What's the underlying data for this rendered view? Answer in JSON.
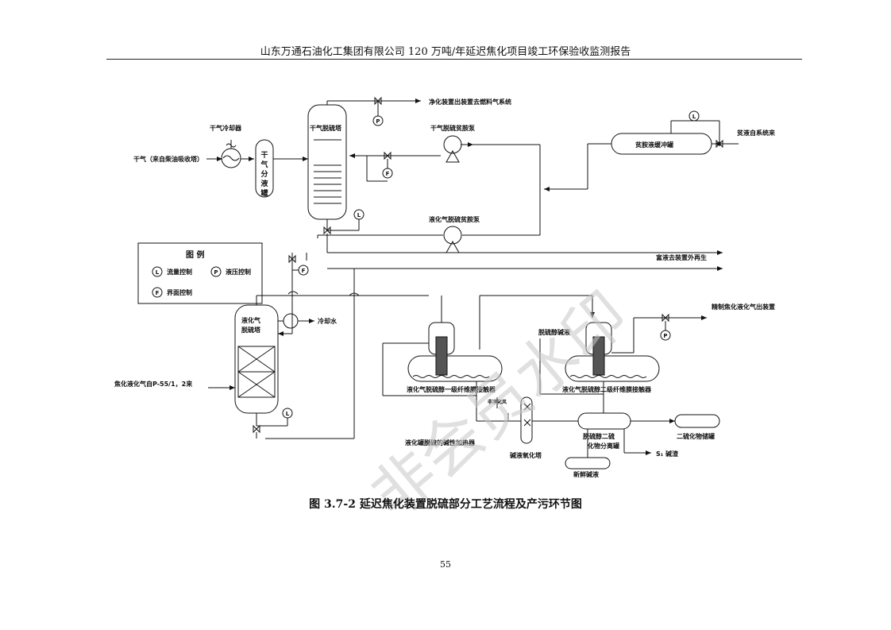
{
  "header": {
    "title": "山东万通石油化工集团有限公司 120 万吨/年延迟焦化项目竣工环保验收监测报告"
  },
  "figure": {
    "caption": "图 3.7-2  延迟焦化装置脱硫部分工艺流程及产污环节图",
    "labels": {
      "dry_gas_in": "干气（来自柴油吸收塔）",
      "dry_gas_cooler": "干气冷却器",
      "dry_gas_separator": [
        "干",
        "气",
        "分",
        "液",
        "罐"
      ],
      "dry_gas_tower": "干气脱硫塔",
      "fuel_gas_out": "净化装置出装置去燃料气系统",
      "dry_gas_lean_pump": "干气脱硫贫胺泵",
      "lean_amine_tank": "贫胺液缓冲罐",
      "lean_from_system": "贫液自系统来",
      "lpg_lean_pump": "液化气脱硫贫胺泵",
      "rich_amine_out": "富液去装置外再生",
      "legend_title": "图  例",
      "legend_flow": "流量控制",
      "legend_pressure": "液压控制",
      "legend_interface": "界面控制",
      "lpg_tower": [
        "液化气",
        "脱硫塔"
      ],
      "cooling_water": "冷却水",
      "lpg_in": "焦化液化气自P-55/1，2来",
      "contactor1": "液化气脱硫醇一级纤维膜接触器",
      "contactor2": "液化气脱硫醇二级纤维膜接触器",
      "desulf_alkali": "脱硫醇碱液",
      "refined_lpg_out": "精制焦化液化气出装置",
      "heater": "液化罐脱硫的碱性加热器",
      "non_clean_wind": "非净化风",
      "oxidizer": "碱液氧化塔",
      "disulfide_separator": [
        "脱硫醇二硫",
        "化物分离罐"
      ],
      "disulfide_tank": "二硫化物储罐",
      "waste_alkali": "S₁ 碱渣",
      "fresh_alkali": "新鲜碱液"
    },
    "instruments": {
      "L": "L",
      "P": "P",
      "F": "F"
    },
    "watermark": "非会员水印"
  },
  "page": {
    "number": "55"
  }
}
